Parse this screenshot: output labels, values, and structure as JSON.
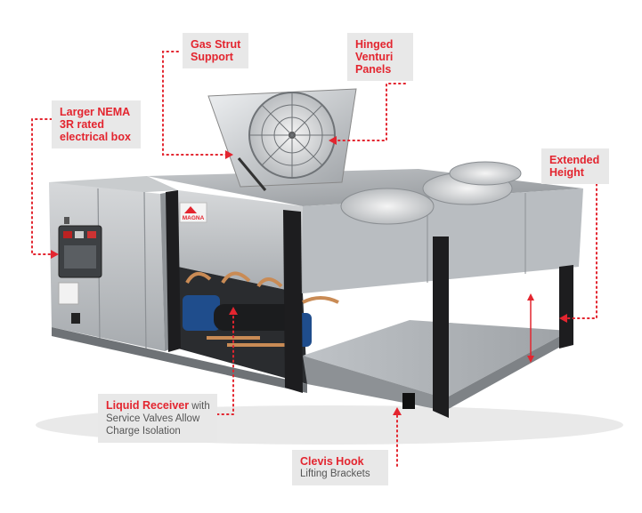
{
  "colors": {
    "accent": "#e3252f",
    "label_bg": "#e8e8e8",
    "label_sub": "#555555"
  },
  "brand": {
    "logo_text": "MAGNA"
  },
  "callouts": {
    "gas_strut": {
      "line1": "Gas Strut",
      "line2": "Support"
    },
    "hinged_panels": {
      "line1": "Hinged",
      "line2": "Venturi",
      "line3": "Panels"
    },
    "nema_box": {
      "line1": "Larger NEMA",
      "line2": "3R rated",
      "line3": "electrical box"
    },
    "extended_height": {
      "line1": "Extended",
      "line2": "Height"
    },
    "liquid_receiver": {
      "title": "Liquid Receiver",
      "title_suffix": " with",
      "line2": "Service Valves Allow",
      "line3": "Charge Isolation"
    },
    "clevis_hook": {
      "title": "Clevis Hook",
      "line2": "Lifting Brackets"
    }
  }
}
